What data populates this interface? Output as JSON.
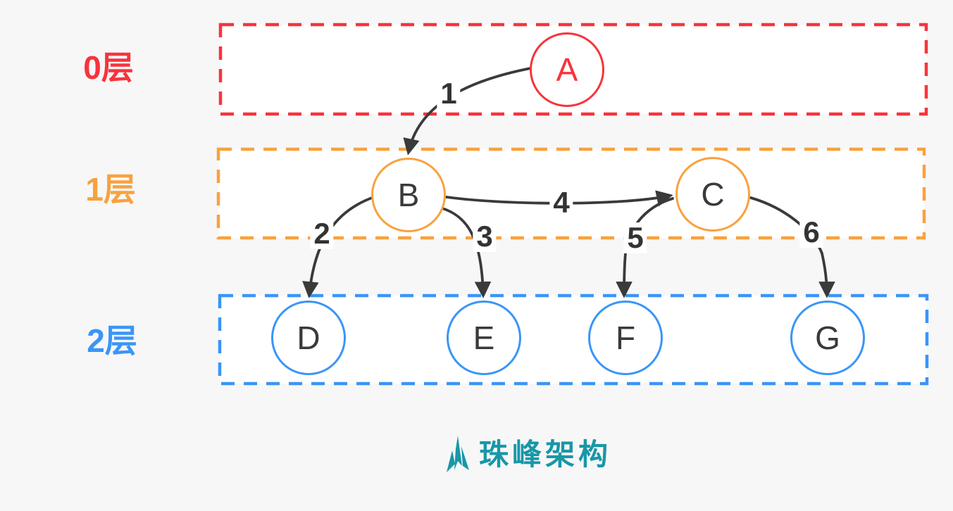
{
  "diagram": {
    "layers": [
      {
        "id": "layer-0",
        "label": "0层",
        "color": "#f8333b"
      },
      {
        "id": "layer-1",
        "label": "1层",
        "color": "#f9a13e"
      },
      {
        "id": "layer-2",
        "label": "2层",
        "color": "#3a95f7"
      }
    ],
    "nodes": [
      {
        "id": "A",
        "label": "A",
        "layer": 0,
        "color": "#f8333b"
      },
      {
        "id": "B",
        "label": "B",
        "layer": 1,
        "color": "#f9a13e"
      },
      {
        "id": "C",
        "label": "C",
        "layer": 1,
        "color": "#f9a13e"
      },
      {
        "id": "D",
        "label": "D",
        "layer": 2,
        "color": "#3a95f7"
      },
      {
        "id": "E",
        "label": "E",
        "layer": 2,
        "color": "#3a95f7"
      },
      {
        "id": "F",
        "label": "F",
        "layer": 2,
        "color": "#3a95f7"
      },
      {
        "id": "G",
        "label": "G",
        "layer": 2,
        "color": "#3a95f7"
      }
    ],
    "edges": [
      {
        "order": "1",
        "from": "A",
        "to": "B"
      },
      {
        "order": "2",
        "from": "B",
        "to": "D"
      },
      {
        "order": "3",
        "from": "B",
        "to": "E"
      },
      {
        "order": "4",
        "from": "B",
        "to": "C"
      },
      {
        "order": "5",
        "from": "C",
        "to": "F"
      },
      {
        "order": "6",
        "from": "C",
        "to": "G"
      }
    ],
    "edge_color": "#3a3a3a",
    "box_fill": "#ffffff",
    "background": "#f7f7f8"
  },
  "logo": {
    "text": "珠峰架构",
    "color": "#1897a8",
    "icon": "mountain-icon"
  }
}
